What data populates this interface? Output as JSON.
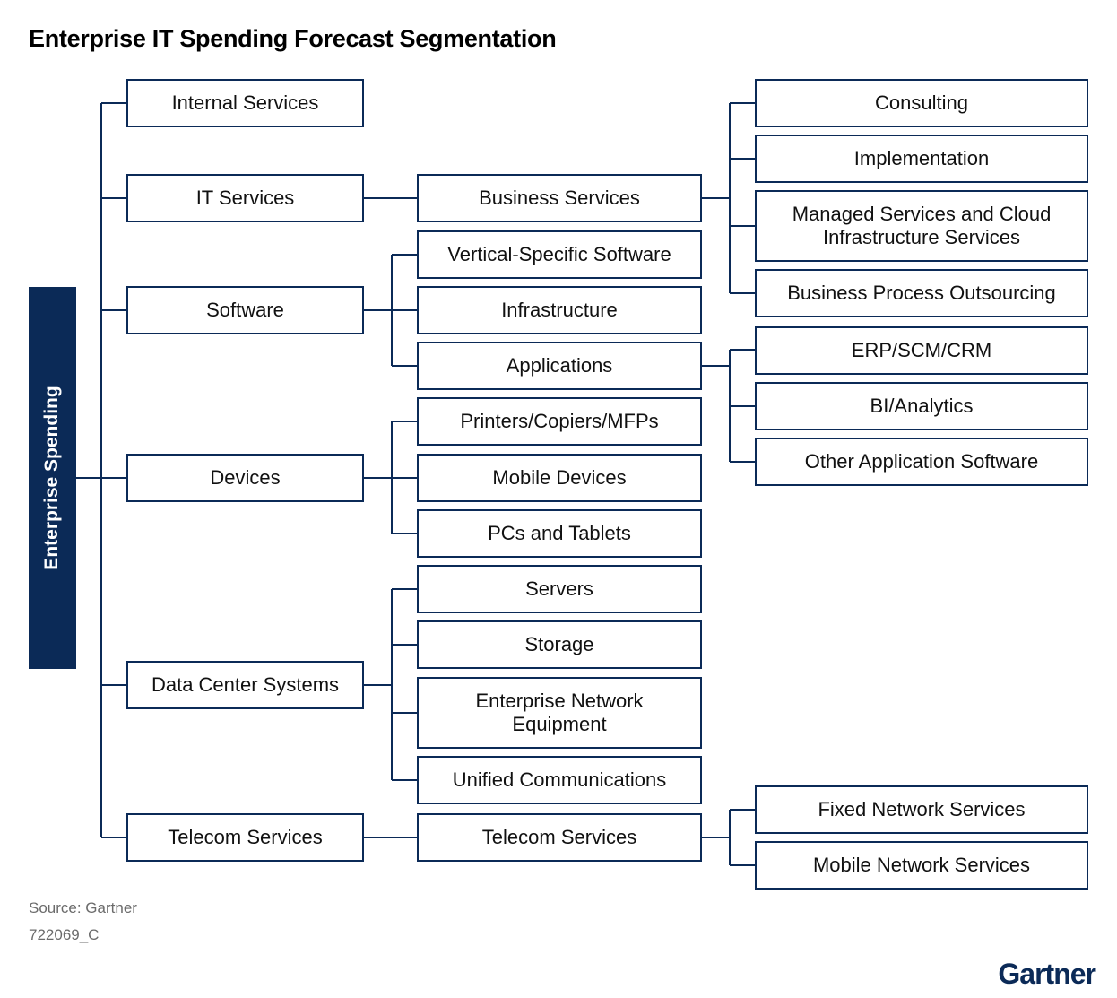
{
  "title": "Enterprise IT Spending Forecast Segmentation",
  "root": "Enterprise Spending",
  "level1": {
    "internal_services": "Internal Services",
    "it_services": "IT Services",
    "software": "Software",
    "devices": "Devices",
    "data_center_systems": "Data Center Systems",
    "telecom_services": "Telecom Services"
  },
  "level2": {
    "business_services": "Business Services",
    "vertical_specific_software": "Vertical-Specific Software",
    "infrastructure": "Infrastructure",
    "applications": "Applications",
    "printers": "Printers/Copiers/MFPs",
    "mobile_devices": "Mobile Devices",
    "pcs_tablets": "PCs and Tablets",
    "servers": "Servers",
    "storage": "Storage",
    "enterprise_network": "Enterprise Network Equipment",
    "unified_communications": "Unified Communications",
    "telecom_services": "Telecom Services"
  },
  "level3": {
    "consulting": "Consulting",
    "implementation": "Implementation",
    "managed_services": "Managed Services and Cloud Infrastructure Services",
    "bpo": "Business Process Outsourcing",
    "erp": "ERP/SCM/CRM",
    "bi": "BI/Analytics",
    "other_apps": "Other Application Software",
    "fixed_network": "Fixed Network Services",
    "mobile_network": "Mobile Network Services"
  },
  "source": "Source: Gartner",
  "code": "722069_C",
  "logo": "Gartner",
  "colors": {
    "accent": "#0b2a57",
    "text": "#111111",
    "muted": "#6b6b6b"
  }
}
